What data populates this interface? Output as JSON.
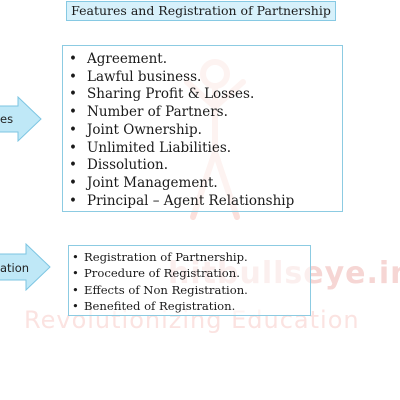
{
  "title": "Features and Registration of Partnership",
  "watermark": {
    "brand": "hitbullseye.in",
    "tagline": "Revolutionizing Education"
  },
  "features": {
    "arrow_label": "es",
    "items": [
      "Agreement.",
      "Lawful business.",
      "Sharing Profit & Losses.",
      "Number of Partners.",
      "Joint Ownership.",
      "Unlimited Liabilities.",
      "Dissolution.",
      "Joint Management.",
      "Principal – Agent Relationship"
    ]
  },
  "registration": {
    "arrow_label": "ation",
    "items": [
      "Registration of Partnership.",
      "Procedure of Registration.",
      "Effects of Non Registration.",
      "Benefited of Registration."
    ]
  },
  "colors": {
    "title_fill": "#d7f1fb",
    "box_border": "#8ccbe2",
    "arrow_fill": "#bfe8f7",
    "arrow_stroke": "#7cc5e2",
    "watermark": "#f6d6d4"
  }
}
